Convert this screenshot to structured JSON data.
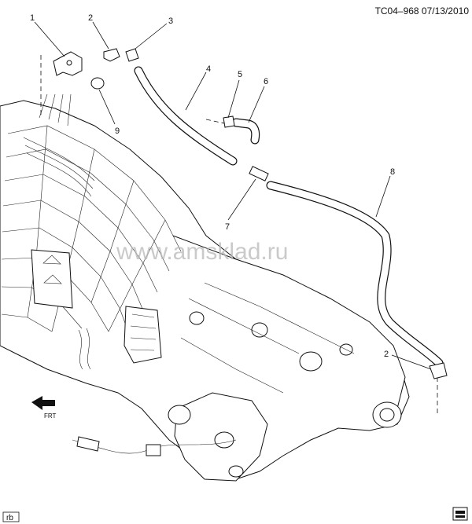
{
  "header": {
    "ref": "TC04–968 07/13/2010"
  },
  "watermark": "www.amsklad.ru",
  "footer": {
    "code": "rb"
  },
  "callouts": [
    {
      "id": "c1",
      "label": "1"
    },
    {
      "id": "c2a",
      "label": "2"
    },
    {
      "id": "c3",
      "label": "3"
    },
    {
      "id": "c4",
      "label": "4"
    },
    {
      "id": "c5",
      "label": "5"
    },
    {
      "id": "c6",
      "label": "6"
    },
    {
      "id": "c7",
      "label": "7"
    },
    {
      "id": "c8",
      "label": "8"
    },
    {
      "id": "c9",
      "label": "9"
    },
    {
      "id": "c2b",
      "label": "2"
    }
  ],
  "front_arrow": {
    "label": "FRT",
    "icon": "front-arrow-icon"
  }
}
